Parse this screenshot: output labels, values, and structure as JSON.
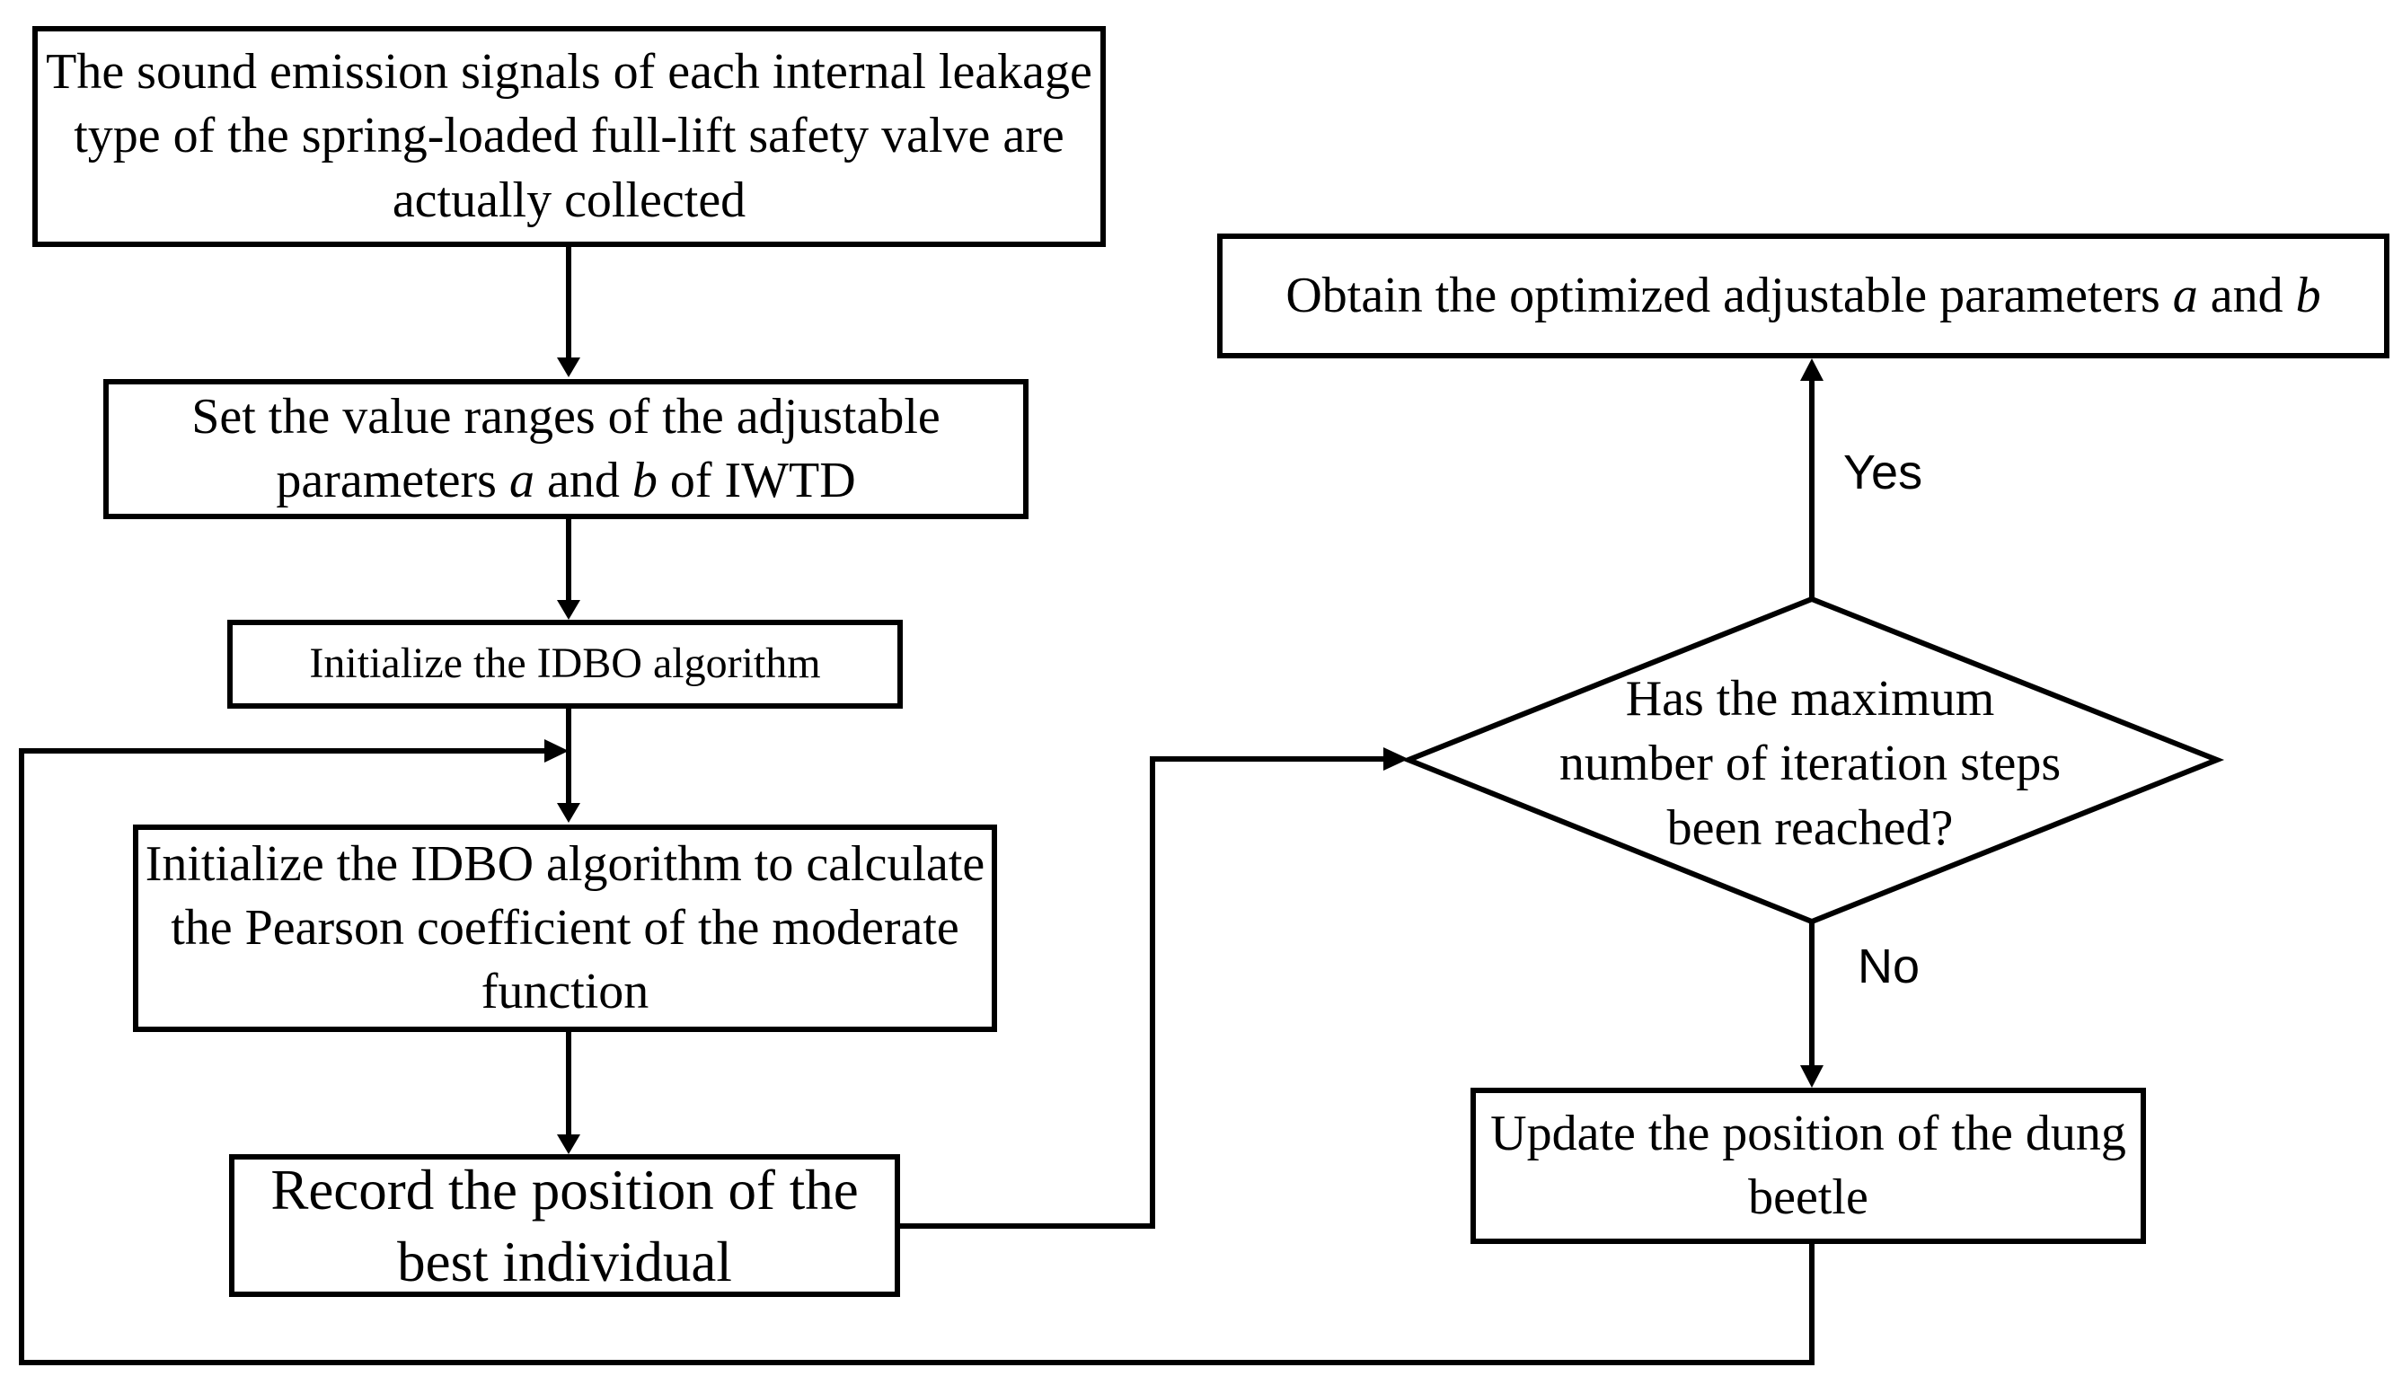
{
  "nodes": {
    "collect": {
      "text": "The sound emission signals of each internal leakage type of the spring-loaded full-lift safety valve are actually collected"
    },
    "set_ranges": {
      "pre": "Set the value ranges of the adjustable parameters ",
      "a": "a",
      "mid": " and ",
      "b": "b",
      "post": " of IWTD"
    },
    "init": {
      "text": "Initialize the IDBO algorithm"
    },
    "pearson": {
      "text": "Initialize the IDBO algorithm to calculate the Pearson coefficient of the moderate function"
    },
    "record": {
      "text": "Record the position of the best individual"
    },
    "obtain": {
      "pre": "Obtain the optimized adjustable parameters ",
      "a": "a",
      "mid": " and ",
      "b": "b"
    },
    "decision": {
      "text": "Has the maximum number of iteration steps been reached?"
    },
    "update": {
      "text": "Update the position of the dung beetle"
    }
  },
  "edges": {
    "yes_label": "Yes",
    "no_label": "No"
  }
}
